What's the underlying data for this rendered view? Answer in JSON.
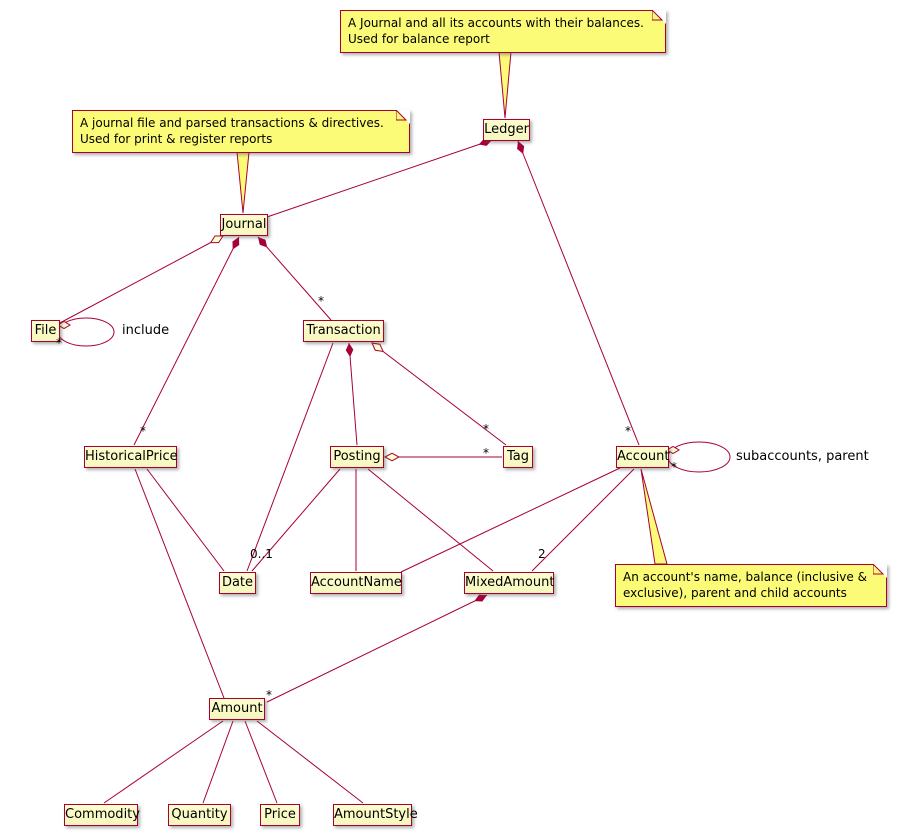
{
  "colors": {
    "line": "#A80036",
    "class_bg": "#FEFECE",
    "note_bg": "#FBFB77",
    "text": "#000000"
  },
  "classes": {
    "ledger": "Ledger",
    "journal": "Journal",
    "file": "File",
    "transaction": "Transaction",
    "historical_price": "HistoricalPrice",
    "posting": "Posting",
    "tag": "Tag",
    "account": "Account",
    "date": "Date",
    "account_name": "AccountName",
    "mixed_amount": "MixedAmount",
    "amount": "Amount",
    "commodity": "Commodity",
    "quantity": "Quantity",
    "price": "Price",
    "amount_style": "AmountStyle"
  },
  "notes": {
    "ledger": {
      "line1": "A Journal and all its accounts with their balances.",
      "line2": "Used for balance report"
    },
    "journal": {
      "line1": "A journal file and parsed transactions & directives.",
      "line2": "Used for print & register reports"
    },
    "account": {
      "line1": "An account's name, balance (inclusive &",
      "line2": "exclusive), parent and child accounts"
    }
  },
  "edge_labels": {
    "star": "*",
    "zero_or_one": "0..1",
    "two": "2",
    "include": "include",
    "subaccounts": "subaccounts, parent"
  }
}
